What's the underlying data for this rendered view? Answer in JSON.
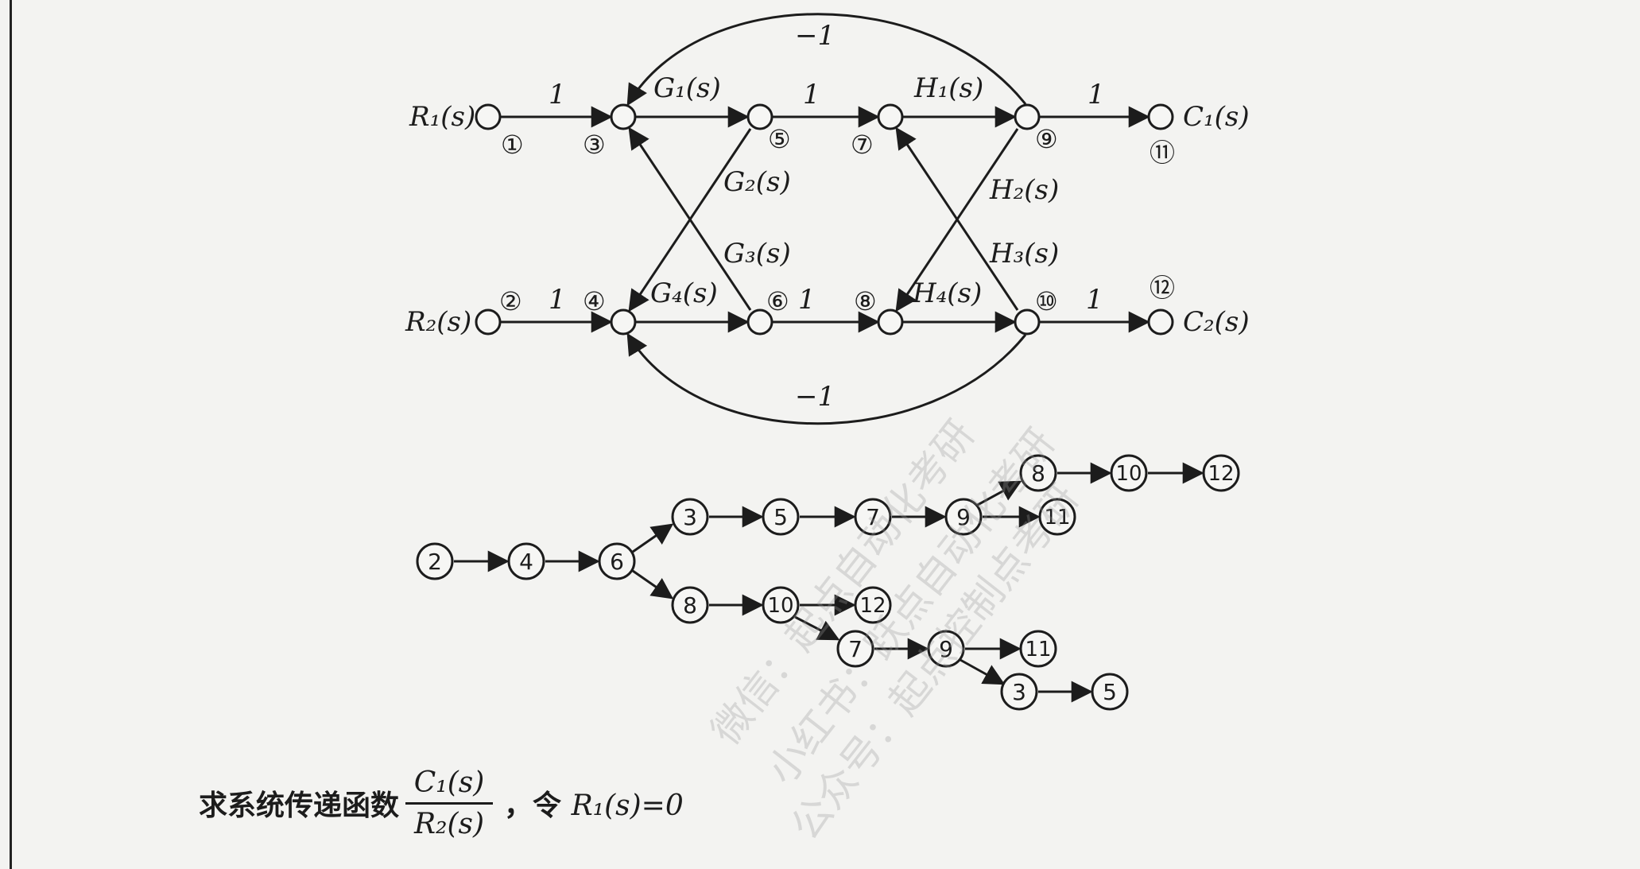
{
  "signal_flow_graph": {
    "nodes": [
      {
        "id": "1",
        "label": "①"
      },
      {
        "id": "2",
        "label": "②"
      },
      {
        "id": "3",
        "label": "③"
      },
      {
        "id": "4",
        "label": "④"
      },
      {
        "id": "5",
        "label": "⑤"
      },
      {
        "id": "6",
        "label": "⑥"
      },
      {
        "id": "7",
        "label": "⑦"
      },
      {
        "id": "8",
        "label": "⑧"
      },
      {
        "id": "9",
        "label": "⑨"
      },
      {
        "id": "10",
        "label": "⑩"
      },
      {
        "id": "11",
        "label": "⑪"
      },
      {
        "id": "12",
        "label": "⑫"
      }
    ],
    "signals": {
      "R1": "R₁(s)",
      "R2": "R₂(s)",
      "C1": "C₁(s)",
      "C2": "C₂(s)"
    },
    "edges": [
      {
        "from": "1",
        "to": "3",
        "gain": "1"
      },
      {
        "from": "3",
        "to": "5",
        "gain": "G₁(s)"
      },
      {
        "from": "5",
        "to": "7",
        "gain": "1"
      },
      {
        "from": "7",
        "to": "9",
        "gain": "H₁(s)"
      },
      {
        "from": "9",
        "to": "11",
        "gain": "1"
      },
      {
        "from": "2",
        "to": "4",
        "gain": "1"
      },
      {
        "from": "4",
        "to": "6",
        "gain": "G₄(s)"
      },
      {
        "from": "6",
        "to": "8",
        "gain": "1"
      },
      {
        "from": "8",
        "to": "10",
        "gain": "H₄(s)"
      },
      {
        "from": "10",
        "to": "12",
        "gain": "1"
      },
      {
        "from": "5",
        "to": "4",
        "gain": "G₂(s)"
      },
      {
        "from": "6",
        "to": "3",
        "gain": "G₃(s)"
      },
      {
        "from": "9",
        "to": "8",
        "gain": "H₂(s)"
      },
      {
        "from": "10",
        "to": "7",
        "gain": "H₃(s)"
      },
      {
        "from": "9",
        "to": "3",
        "gain": "−1"
      },
      {
        "from": "10",
        "to": "4",
        "gain": "−1"
      }
    ]
  },
  "path_tree": {
    "nodes": [
      "2",
      "4",
      "6",
      "3",
      "5",
      "7",
      "9",
      "8",
      "10",
      "12",
      "11",
      "8",
      "10",
      "12",
      "7",
      "9",
      "11",
      "3",
      "5"
    ]
  },
  "question": {
    "prefix": "求系统传递函数",
    "numerator": "C₁(s)",
    "denominator": "R₂(s)",
    "suffix_text": "，令",
    "condition": "R₁(s)=0"
  },
  "watermark": {
    "lines": [
      "微信：起点自动化考研",
      "小红书：跃点自动化考研",
      "公众号：起点控制点考研"
    ]
  }
}
